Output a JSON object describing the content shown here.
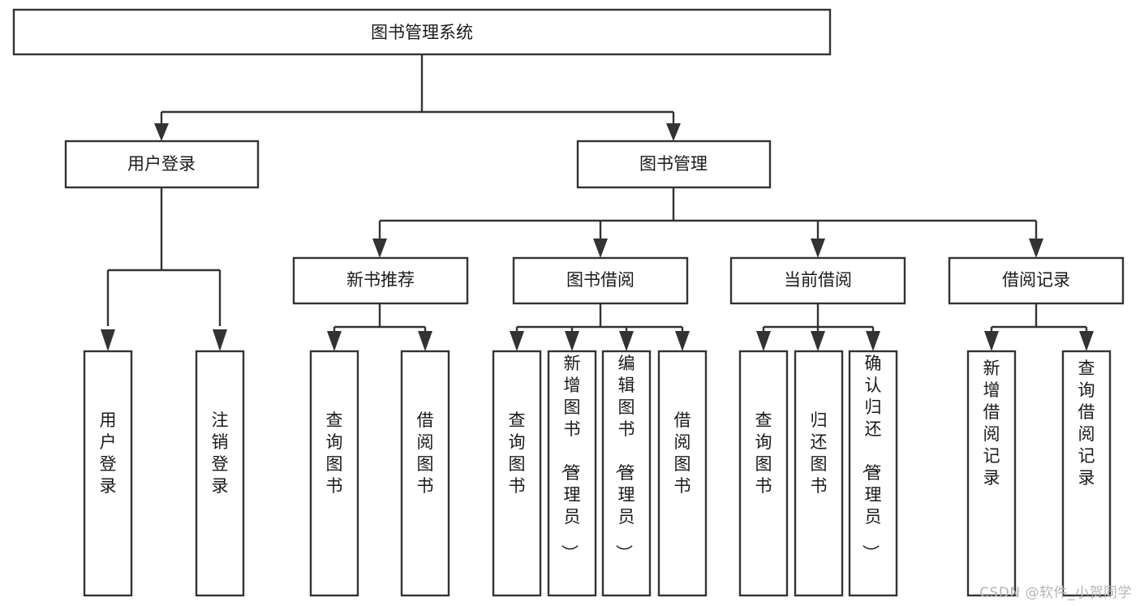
{
  "diagram": {
    "title": "图书管理系统",
    "type": "hierarchy-tree",
    "watermark": "CSDN @软件_小贺同学",
    "colors": {
      "stroke": "#333333",
      "fill": "#ffffff",
      "text": "#1a1a1a",
      "watermark": "#b4b4b4"
    },
    "levels": {
      "root": {
        "label": "图书管理系统"
      },
      "level2": [
        {
          "label": "用户登录"
        },
        {
          "label": "图书管理"
        }
      ],
      "level3": [
        {
          "label": "新书推荐"
        },
        {
          "label": "图书借阅"
        },
        {
          "label": "当前借阅"
        },
        {
          "label": "借阅记录"
        }
      ],
      "leaves": {
        "user_login": [
          {
            "label": "用户登录"
          },
          {
            "label": "注销登录"
          }
        ],
        "new_book_recommend": [
          {
            "label": "查询图书"
          },
          {
            "label": "借阅图书"
          }
        ],
        "book_borrow": [
          {
            "label": "查询图书"
          },
          {
            "label": "新增图书（管理员）"
          },
          {
            "label": "编辑图书（管理员）"
          },
          {
            "label": "借阅图书"
          }
        ],
        "current_borrow": [
          {
            "label": "查询图书"
          },
          {
            "label": "归还图书"
          },
          {
            "label": "确认归还（管理员）"
          }
        ],
        "borrow_record": [
          {
            "label": "新增借阅记录"
          },
          {
            "label": "查询借阅记录"
          }
        ]
      }
    }
  }
}
